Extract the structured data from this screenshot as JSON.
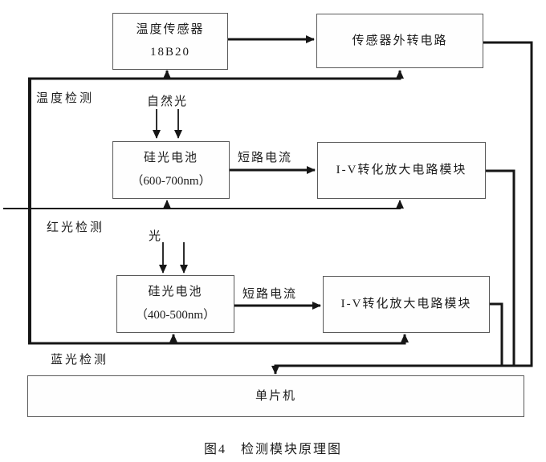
{
  "diagram": {
    "caption": {
      "figure": "图4",
      "title": "检测模块原理图"
    },
    "sections": [
      {
        "id": "temperature",
        "label": "温度检测"
      },
      {
        "id": "red",
        "label": "红光检测"
      },
      {
        "id": "blue",
        "label": "蓝光检测"
      }
    ],
    "boxes": {
      "temp_sensor": {
        "line1": "温度传感器",
        "line2": "18B20"
      },
      "sensor_circuit": {
        "label": "传感器外转电路"
      },
      "photocell_red": {
        "line1": "硅光电池",
        "line2": "（600-700nm）"
      },
      "iv_red": {
        "label": "I-V转化放大电路模块"
      },
      "photocell_blue": {
        "line1": "硅光电池",
        "line2": "（400-500nm）"
      },
      "iv_blue": {
        "label": "I-V转化放大电路模块"
      },
      "mcu": {
        "label": "单片机"
      }
    },
    "flow_labels": {
      "natural_light": "自然光",
      "light": "光",
      "short_circuit_red": "短路电流",
      "short_circuit_blue": "短路电流"
    },
    "colors": {
      "connector": "#161616",
      "box_border": "#5a5a5a",
      "background": "#ffffff",
      "text": "#1c1c1c"
    }
  }
}
